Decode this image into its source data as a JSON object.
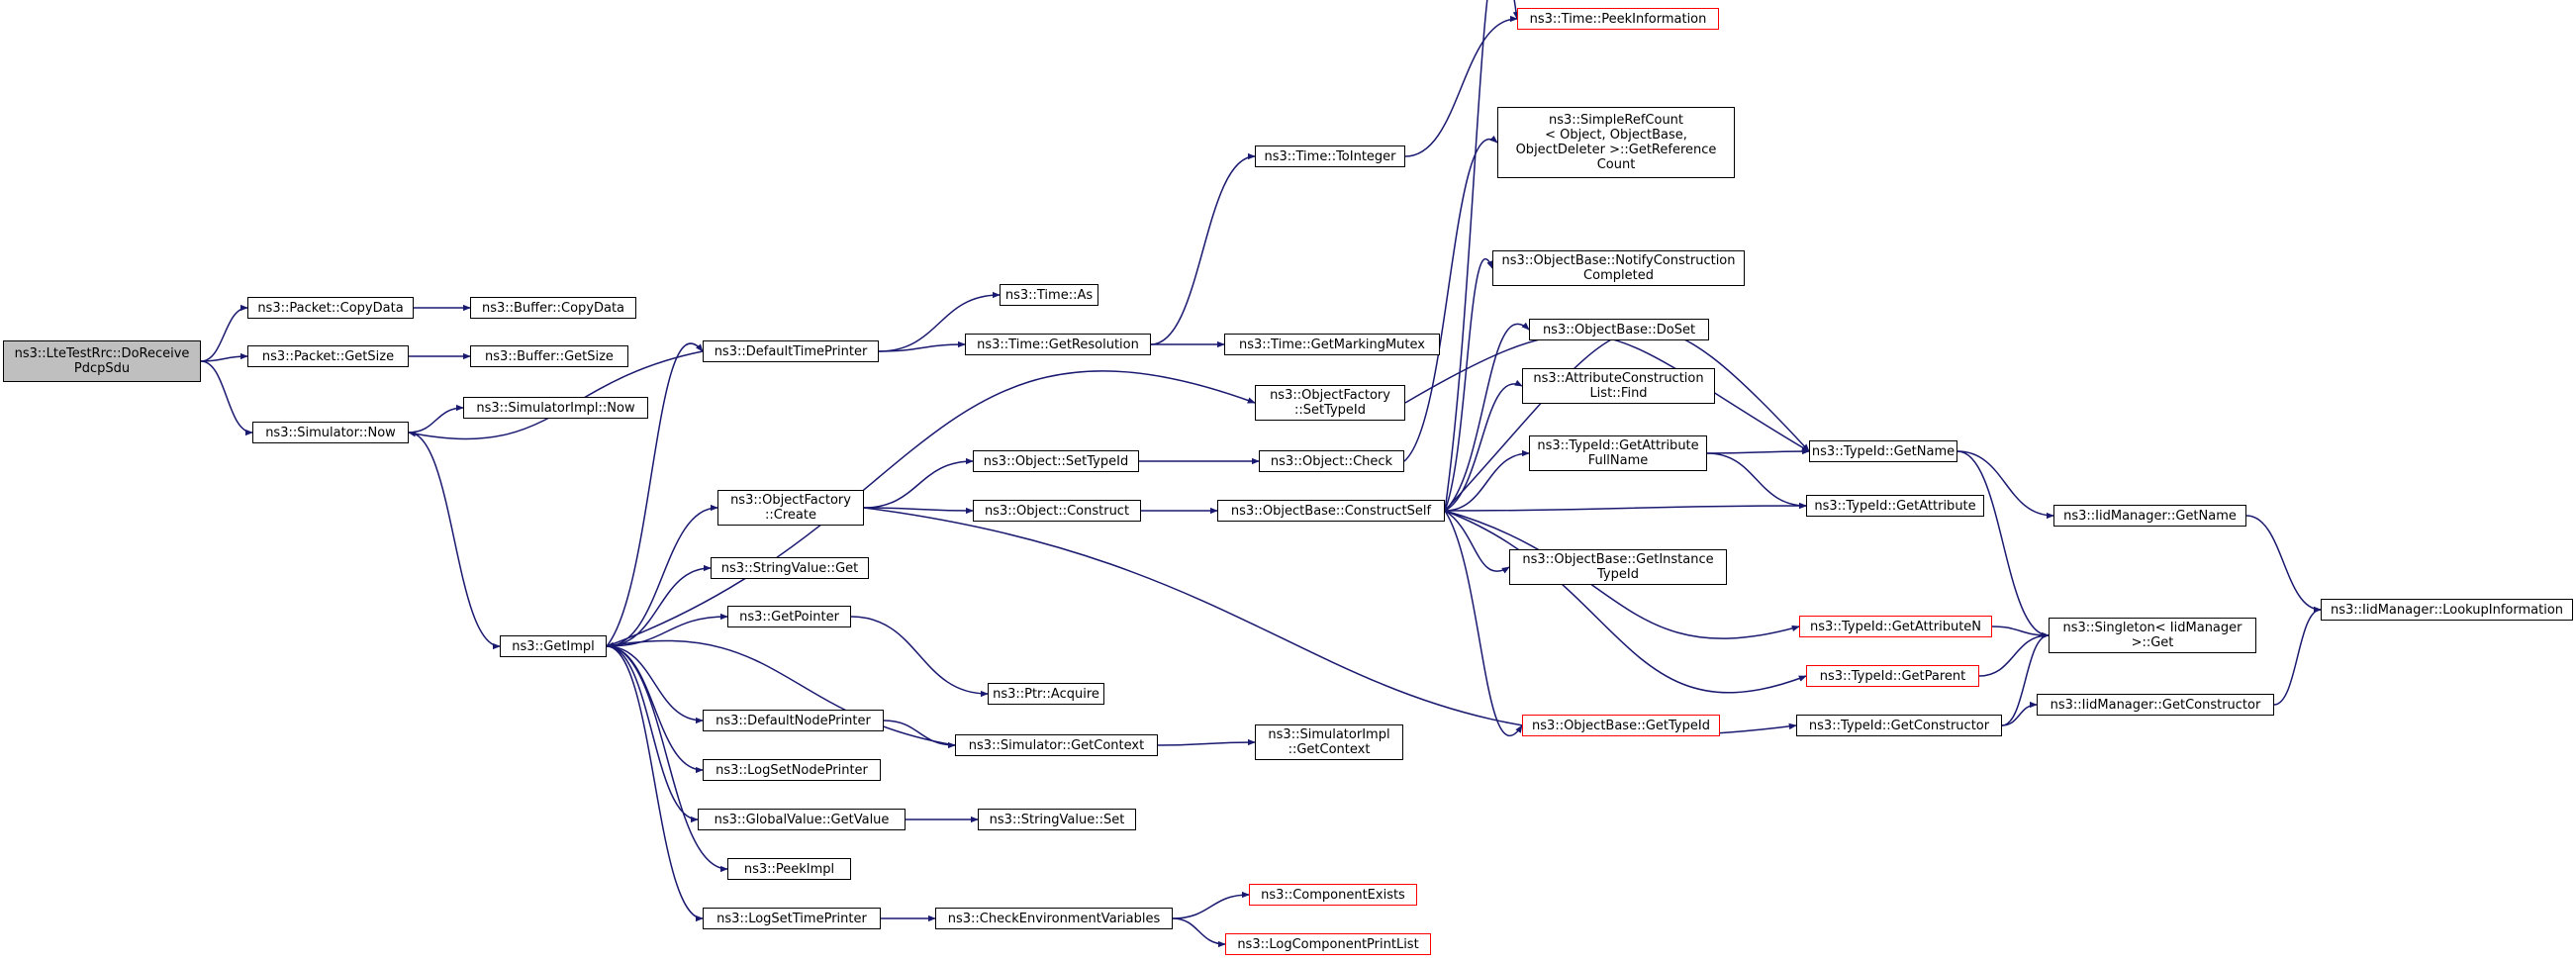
{
  "graph": {
    "title": "",
    "edge_color": "#191970",
    "root_fill": "#bfbfbf",
    "truncated_border": "#ff0000",
    "nodes": [
      {
        "id": "root",
        "label": "ns3::LteTestRrc::DoReceive\nPdcpSdu",
        "root": true
      },
      {
        "id": "packet_copydata",
        "label": "ns3::Packet::CopyData"
      },
      {
        "id": "buffer_copydata",
        "label": "ns3::Buffer::CopyData"
      },
      {
        "id": "packet_getsize",
        "label": "ns3::Packet::GetSize"
      },
      {
        "id": "buffer_getsize",
        "label": "ns3::Buffer::GetSize"
      },
      {
        "id": "sim_now",
        "label": "ns3::Simulator::Now"
      },
      {
        "id": "simimpl_now",
        "label": "ns3::SimulatorImpl::Now"
      },
      {
        "id": "getimpl",
        "label": "ns3::GetImpl"
      },
      {
        "id": "defaulttimeprinter",
        "label": "ns3::DefaultTimePrinter"
      },
      {
        "id": "time_as",
        "label": "ns3::Time::As"
      },
      {
        "id": "time_getres",
        "label": "ns3::Time::GetResolution"
      },
      {
        "id": "time_tointeger",
        "label": "ns3::Time::ToInteger"
      },
      {
        "id": "time_peekinfo",
        "label": "ns3::Time::PeekInformation",
        "truncated": true
      },
      {
        "id": "time_getmarking",
        "label": "ns3::Time::GetMarkingMutex"
      },
      {
        "id": "of_settypeid",
        "label": "ns3::ObjectFactory\n::SetTypeId"
      },
      {
        "id": "of_create",
        "label": "ns3::ObjectFactory\n::Create"
      },
      {
        "id": "obj_settypeid",
        "label": "ns3::Object::SetTypeId"
      },
      {
        "id": "obj_check",
        "label": "ns3::Object::Check"
      },
      {
        "id": "obj_construct",
        "label": "ns3::Object::Construct"
      },
      {
        "id": "ob_constructself",
        "label": "ns3::ObjectBase::ConstructSelf"
      },
      {
        "id": "simplerefcount",
        "label": "ns3::SimpleRefCount\n< Object, ObjectBase,\n ObjectDeleter >::GetReference\nCount"
      },
      {
        "id": "ob_notify",
        "label": "ns3::ObjectBase::NotifyConstruction\nCompleted"
      },
      {
        "id": "ob_doset",
        "label": "ns3::ObjectBase::DoSet"
      },
      {
        "id": "acl_find",
        "label": "ns3::AttributeConstruction\nList::Find"
      },
      {
        "id": "tid_getattrfullname",
        "label": "ns3::TypeId::GetAttribute\nFullName"
      },
      {
        "id": "tid_getname",
        "label": "ns3::TypeId::GetName"
      },
      {
        "id": "tid_getattribute",
        "label": "ns3::TypeId::GetAttribute"
      },
      {
        "id": "ob_getinstancetypeid",
        "label": "ns3::ObjectBase::GetInstance\nTypeId"
      },
      {
        "id": "tid_getattributen",
        "label": "ns3::TypeId::GetAttributeN",
        "truncated": true
      },
      {
        "id": "tid_getparent",
        "label": "ns3::TypeId::GetParent",
        "truncated": true
      },
      {
        "id": "ob_gettypeid",
        "label": "ns3::ObjectBase::GetTypeId",
        "truncated": true
      },
      {
        "id": "tid_getconstructor",
        "label": "ns3::TypeId::GetConstructor"
      },
      {
        "id": "iid_getname",
        "label": "ns3::IidManager::GetName"
      },
      {
        "id": "singleton_get",
        "label": "ns3::Singleton< IidManager\n >::Get"
      },
      {
        "id": "iid_getconstructor",
        "label": "ns3::IidManager::GetConstructor"
      },
      {
        "id": "iid_lookup",
        "label": "ns3::IidManager::LookupInformation"
      },
      {
        "id": "stringvalue_get",
        "label": "ns3::StringValue::Get"
      },
      {
        "id": "getpointer",
        "label": "ns3::GetPointer"
      },
      {
        "id": "ptr_acquire",
        "label": "ns3::Ptr::Acquire"
      },
      {
        "id": "defaultnodeprinter",
        "label": "ns3::DefaultNodePrinter"
      },
      {
        "id": "sim_getcontext",
        "label": "ns3::Simulator::GetContext"
      },
      {
        "id": "simimpl_getcontext",
        "label": "ns3::SimulatorImpl\n::GetContext"
      },
      {
        "id": "logsetnodeprinter",
        "label": "ns3::LogSetNodePrinter"
      },
      {
        "id": "gv_getvalue",
        "label": "ns3::GlobalValue::GetValue"
      },
      {
        "id": "stringvalue_set",
        "label": "ns3::StringValue::Set"
      },
      {
        "id": "peekimpl",
        "label": "ns3::PeekImpl"
      },
      {
        "id": "logsettimeprinter",
        "label": "ns3::LogSetTimePrinter"
      },
      {
        "id": "checkenv",
        "label": "ns3::CheckEnvironmentVariables"
      },
      {
        "id": "componentexists",
        "label": "ns3::ComponentExists",
        "truncated": true
      },
      {
        "id": "logcomponentprintlist",
        "label": "ns3::LogComponentPrintList",
        "truncated": true
      }
    ]
  }
}
